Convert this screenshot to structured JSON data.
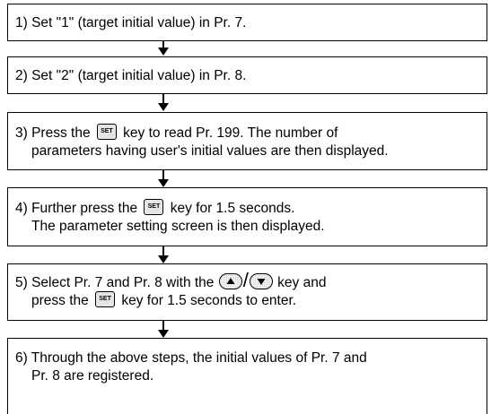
{
  "steps": [
    {
      "lines": [
        "1) Set \"1\" (target initial value) in Pr. 7."
      ]
    },
    {
      "lines": [
        "2) Set \"2\" (target initial value) in Pr. 8."
      ]
    },
    {
      "line1_before": "3) Press the ",
      "line1_after": " key to read Pr. 199. The number of",
      "line2": "parameters having user's initial values are then displayed."
    },
    {
      "line1_before": "4) Further press the ",
      "line1_after": " key for 1.5 seconds.",
      "line2": "The parameter setting screen is then displayed."
    },
    {
      "line1_before": "5) Select Pr. 7 and Pr. 8 with the ",
      "slash": "/",
      "line1_after": " key and",
      "line2_before": "press the ",
      "line2_after": " key for 1.5 seconds to enter."
    },
    {
      "line1": "6) Through the above steps, the initial values of Pr. 7 and",
      "line2": "Pr. 8 are registered."
    }
  ],
  "keys": {
    "set_label": "SET",
    "up_icon": "up-arrow-key-icon",
    "down_icon": "down-arrow-key-icon"
  }
}
